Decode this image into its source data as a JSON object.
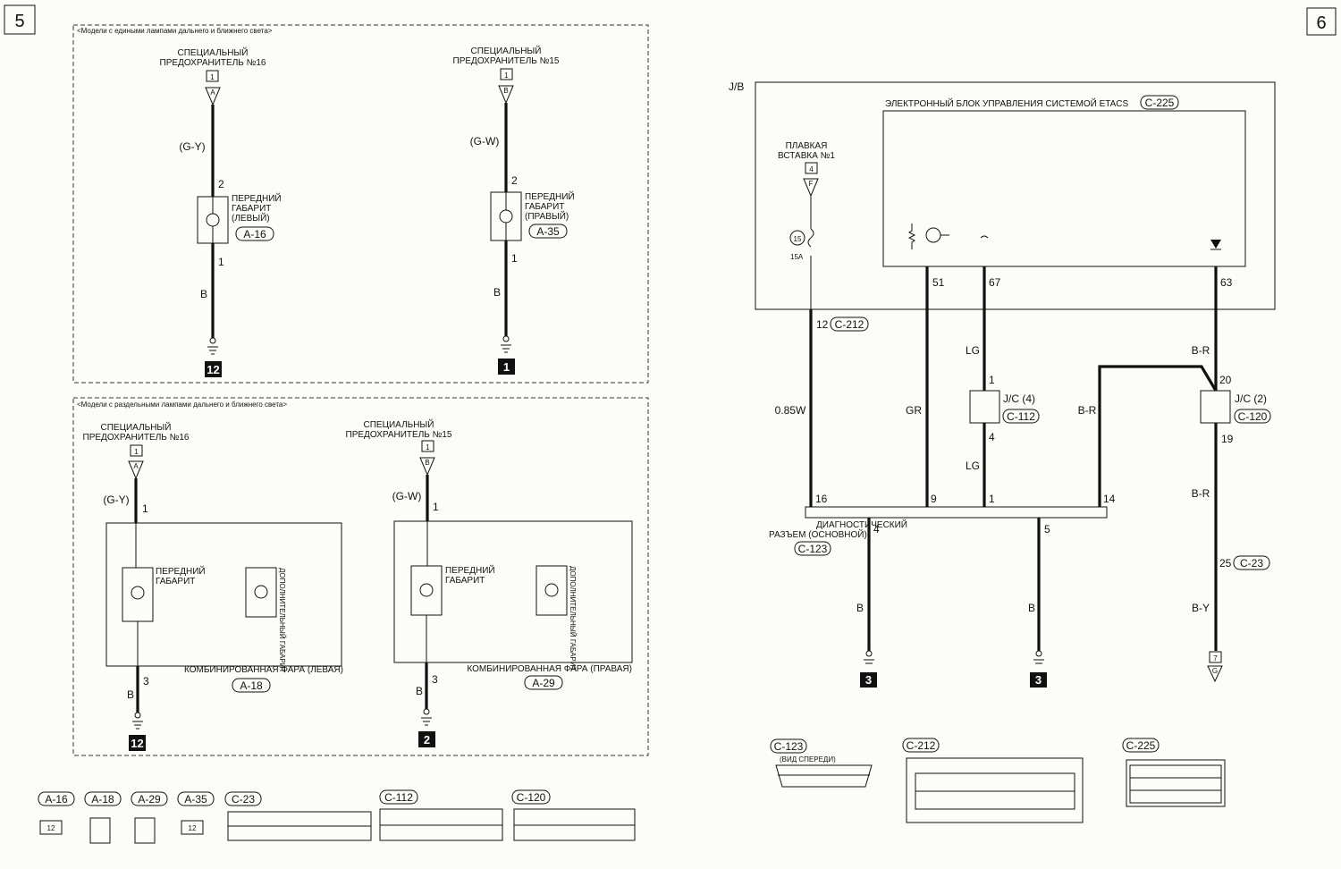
{
  "pages": {
    "left": "5",
    "right": "6"
  },
  "section_single_lamp": {
    "title": "<Модели с едиными лампами дальнего и ближнего света>",
    "fuse16": {
      "label_line1": "СПЕЦИАЛЬНЫЙ",
      "label_line2": "ПРЕДОХРАНИТЕЛЬ №16",
      "box": "1",
      "pin": "A"
    },
    "fuse15": {
      "label_line1": "СПЕЦИАЛЬНЫЙ",
      "label_line2": "ПРЕДОХРАНИТЕЛЬ №15",
      "box": "1",
      "pin": "B"
    },
    "left": {
      "wire_top": "(G-Y)",
      "pin_top": "2",
      "pin_bottom": "1",
      "wire_bottom": "B",
      "lamp_line1": "ПЕРЕДНИЙ",
      "lamp_line2": "ГАБАРИТ",
      "lamp_line3": "(ЛЕВЫЙ)",
      "connector": "A-16",
      "ground": "12"
    },
    "right": {
      "wire_top": "(G-W)",
      "pin_top": "2",
      "pin_bottom": "1",
      "wire_bottom": "B",
      "lamp_line1": "ПЕРЕДНИЙ",
      "lamp_line2": "ГАБАРИТ",
      "lamp_line3": "(ПРАВЫЙ)",
      "connector": "A-35",
      "ground": "1"
    }
  },
  "section_separate_lamps": {
    "title": "<Модели с раздельными лампами дальнего и ближнего света>",
    "fuse16": {
      "label_line1": "СПЕЦИАЛЬНЫЙ",
      "label_line2": "ПРЕДОХРАНИТЕЛЬ №16",
      "box": "1",
      "pin": "A"
    },
    "fuse15": {
      "label_line1": "СПЕЦИАЛЬНЫЙ",
      "label_line2": "ПРЕДОХРАНИТЕЛЬ №15",
      "box": "1",
      "pin": "B"
    },
    "left": {
      "wire_top": "(G-Y)",
      "pin_top": "1",
      "pin_bottom": "3",
      "wire_bottom": "B",
      "lamp_line1": "ПЕРЕДНИЙ",
      "lamp_line2": "ГАБАРИТ",
      "aux_lamp": "ДОПОЛНИТЕЛЬНЫЙ ГАБАРИТ",
      "unit": "КОМБИНИРОВАННАЯ ФАРА (ЛЕВАЯ)",
      "connector": "A-18",
      "ground": "12"
    },
    "right": {
      "wire_top": "(G-W)",
      "pin_top": "1",
      "pin_bottom": "3",
      "wire_bottom": "B",
      "lamp_line1": "ПЕРЕДНИЙ",
      "lamp_line2": "ГАБАРИТ",
      "aux_lamp": "ДОПОЛНИТЕЛЬНЫЙ ГАБАРИТ",
      "unit": "КОМБИНИРОВАННАЯ ФАРА (ПРАВАЯ)",
      "connector": "A-29",
      "ground": "2"
    }
  },
  "bottom_connectors_left": {
    "c1": "A-16",
    "c2": "A-18",
    "c3": "A-29",
    "c4": "A-35",
    "c5": "C-23",
    "c6": "C-112",
    "c7": "C-120"
  },
  "right_page": {
    "jb": "J/B",
    "etacs": {
      "title": "ЭЛЕКТРОННЫЙ БЛОК УПРАВЛЕНИЯ СИСТЕМОЙ ETACS",
      "connector": "C-225"
    },
    "fusible_link": {
      "line1": "ПЛАВКАЯ",
      "line2": "ВСТАВКА №1",
      "box": "4",
      "pin": "F",
      "fuse_no": "15",
      "rating": "15A"
    },
    "pins": {
      "p51": "51",
      "p67": "67",
      "p63": "63",
      "p12": "12",
      "p1": "1",
      "p4": "4",
      "p20": "20",
      "p19": "19",
      "p16": "16",
      "p9": "9",
      "p1b": "1",
      "p14": "14",
      "p4b": "4",
      "p5": "5",
      "p25": "25"
    },
    "c212": "C-212",
    "wires": {
      "w085": "0.85W",
      "gr": "GR",
      "lg1": "LG",
      "lg2": "LG",
      "br1": "B-R",
      "br2": "B-R",
      "br3": "B-R",
      "by": "B-Y",
      "b1": "B",
      "b2": "B"
    },
    "jc4": {
      "label": "J/C (4)",
      "connector": "C-112"
    },
    "jc2": {
      "label": "J/C (2)",
      "connector": "C-120"
    },
    "c23": "C-23",
    "diag": {
      "line1": "ДИАГНОСТИЧЕСКИЙ",
      "line2": "РАЗЪЕМ (ОСНОВНОЙ)",
      "connector": "C-123"
    },
    "ground": "3",
    "ground2": "3",
    "to_box": "7",
    "to_pin": "G",
    "bottom": {
      "c123": "C-123",
      "c123_view": "(ВИД СПЕРЕДИ)",
      "c212": "C-212",
      "c225": "C-225"
    }
  },
  "colors": {
    "ink": "#111111",
    "paper": "#fcfcfa"
  }
}
